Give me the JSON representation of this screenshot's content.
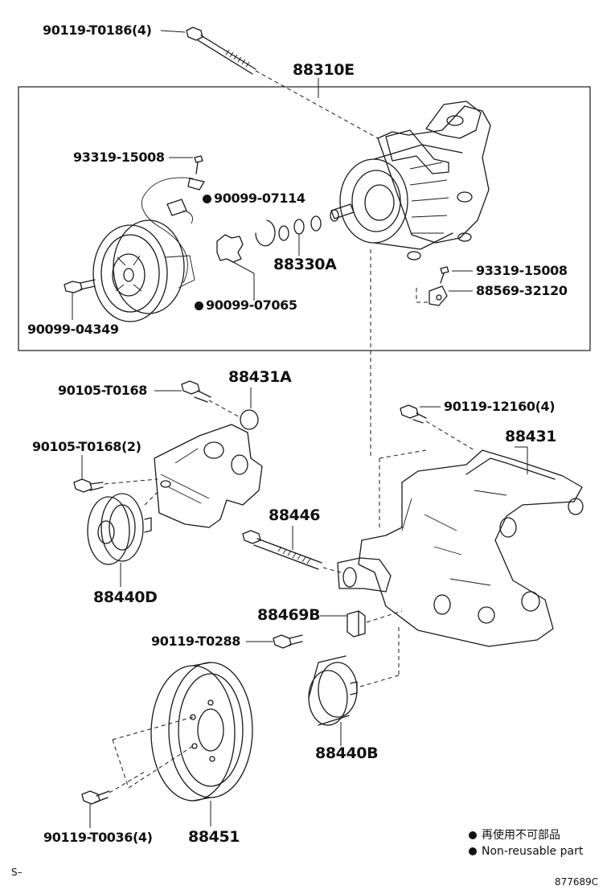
{
  "labels": {
    "bolt_top": "90119-T0186(4)",
    "compressor_assy": "88310E",
    "bolt_93319_top": "93319-15008",
    "ring_90099_07114": "90099-07114",
    "shims_88330a": "88330A",
    "bolt_93319_right": "93319-15008",
    "clamp_88569": "88569-32120",
    "ring_90099_07065": "90099-07065",
    "bolt_90099_04349": "90099-04349",
    "bolt_90105_t0168": "90105-T0168",
    "bracket_88431a": "88431A",
    "bolt_90105_t0168_2": "90105-T0168(2)",
    "bolt_90119_12160": "90119-12160(4)",
    "bracket_88431": "88431",
    "bolt_88446": "88446",
    "pulley_88440d": "88440D",
    "spacer_88469b": "88469B",
    "bolt_90119_t0288": "90119-T0288",
    "idler_88440b": "88440B",
    "bolt_90119_t0036": "90119-T0036(4)",
    "pulley_88451": "88451"
  },
  "legend": {
    "item_jp": "再使用不可部品",
    "item_en": "Non-reusable part"
  },
  "footer": {
    "left_code": "S–",
    "drawing_no": "877689C"
  }
}
